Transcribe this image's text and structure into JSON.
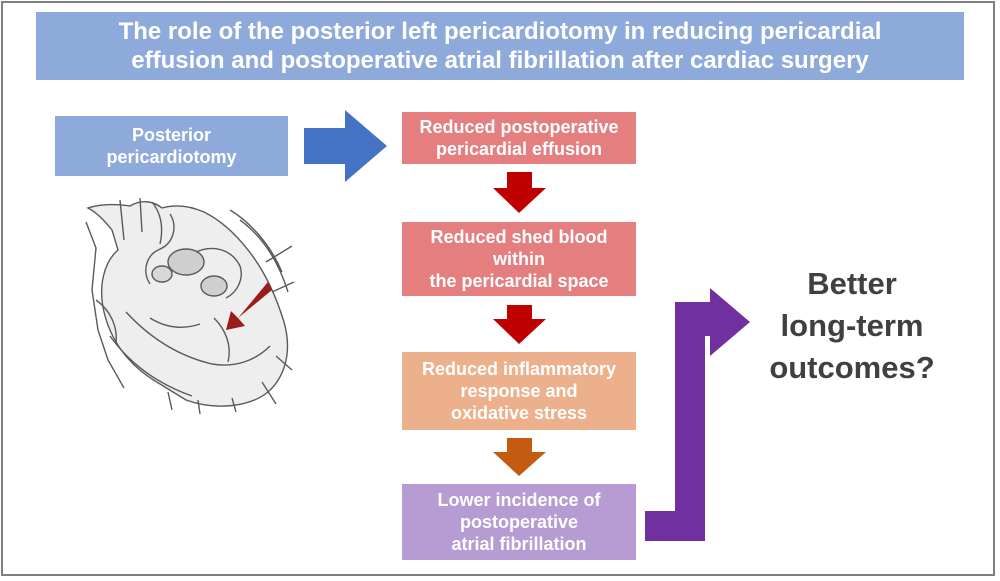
{
  "title": {
    "line1": "The role of the posterior left pericardiotomy in reducing pericardial",
    "line2": "effusion and postoperative atrial fibrillation after cardiac surgery"
  },
  "source_box": {
    "line1": "Posterior",
    "line2": "pericardiotomy"
  },
  "steps": [
    {
      "lines": [
        "Reduced postoperative",
        "pericardial effusion"
      ]
    },
    {
      "lines": [
        "Reduced shed blood",
        "within",
        "the pericardial space"
      ]
    },
    {
      "lines": [
        "Reduced inflammatory",
        "response and",
        "oxidative stress"
      ]
    },
    {
      "lines": [
        "Lower incidence of",
        "postoperative",
        "atrial fibrillation"
      ]
    }
  ],
  "outcome": {
    "line1": "Better",
    "line2": "long-term",
    "line3": "outcomes?"
  },
  "colors": {
    "blue_box": "#8eaadb",
    "blue_arrow": "#4472c4",
    "red_box": "#e57f7f",
    "red_arrow": "#c00000",
    "orange_box": "#ecb08c",
    "orange_arrow": "#c55a11",
    "purple_box": "#b79bd3",
    "purple_arrow": "#7030a0"
  },
  "illustration": {
    "icon": "heart-sketch-icon",
    "marker": "red-arrow-pointer-icon"
  }
}
